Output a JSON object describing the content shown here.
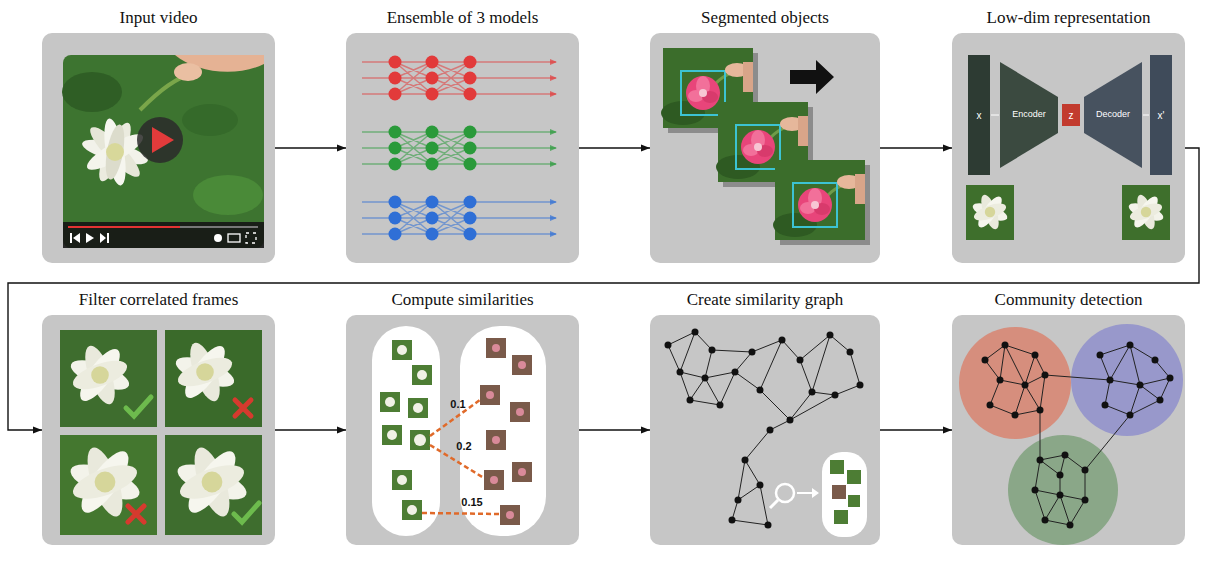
{
  "diagram": {
    "nodes": [
      {
        "text": [
          "Input video"
        ]
      },
      {
        "text": [
          "Ensemble of 3 models"
        ]
      },
      {
        "text": [
          "Segmented objects"
        ]
      },
      {
        "text": [
          "Low-dim representation"
        ]
      },
      {
        "text": [
          "Filter correlated frames"
        ]
      },
      {
        "text": [
          "Compute similarities"
        ]
      },
      {
        "text": [
          "Create similarity graph"
        ]
      },
      {
        "text": [
          "Community detection"
        ]
      }
    ],
    "edges": [
      {
        "from": 0,
        "to": 1,
        "arrow": "to"
      },
      {
        "from": 1,
        "to": 2,
        "arrow": "to"
      },
      {
        "from": 2,
        "to": 3,
        "arrow": "to"
      },
      {
        "from": 3,
        "to": 4,
        "arrow": "to"
      },
      {
        "from": 4,
        "to": 5,
        "arrow": "to"
      },
      {
        "from": 5,
        "to": 6,
        "arrow": "to"
      },
      {
        "from": 6,
        "to": 7,
        "arrow": "to"
      }
    ],
    "labels": [
      "x",
      "Encoder",
      "z",
      "Decoder",
      "x'",
      "0.1",
      "0.2",
      "0.15"
    ]
  }
}
